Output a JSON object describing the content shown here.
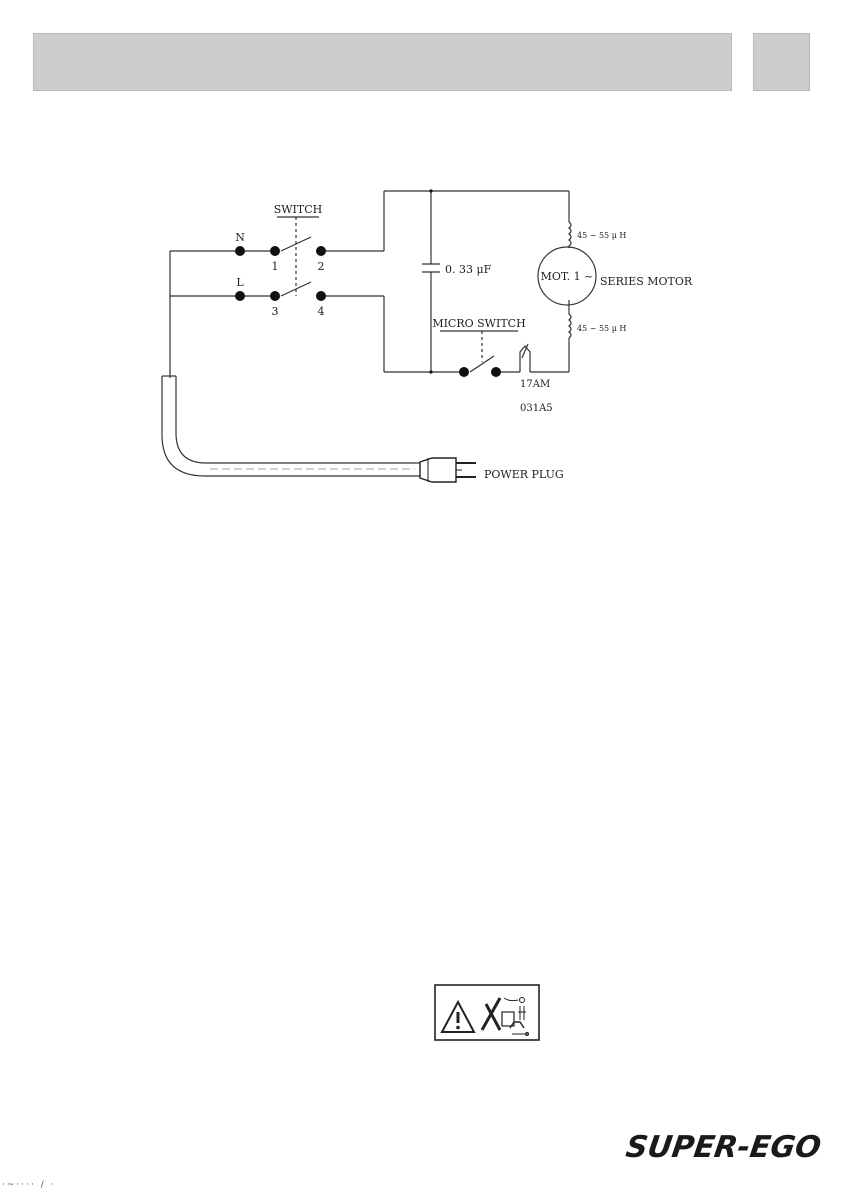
{
  "diagram": {
    "labels": {
      "n": "N",
      "l": "L",
      "switch": "SWITCH",
      "t1": "1",
      "t2": "2",
      "t3": "3",
      "t4": "4",
      "capacitor": "0. 33 μF",
      "inductor_top": "45 ~ 55 μ H",
      "inductor_bottom": "45 ~ 55 μ H",
      "motor": "MOT. 1 ~",
      "series_motor": "SERIES MOTOR",
      "micro_switch": "MICRO SWITCH",
      "thermal_1": "17AM",
      "thermal_2": "031A5",
      "power_plug": "POWER PLUG"
    }
  },
  "brand": {
    "logo_text": "SUPER-EGO"
  },
  "footer": {
    "code": "·~···· / ·"
  }
}
